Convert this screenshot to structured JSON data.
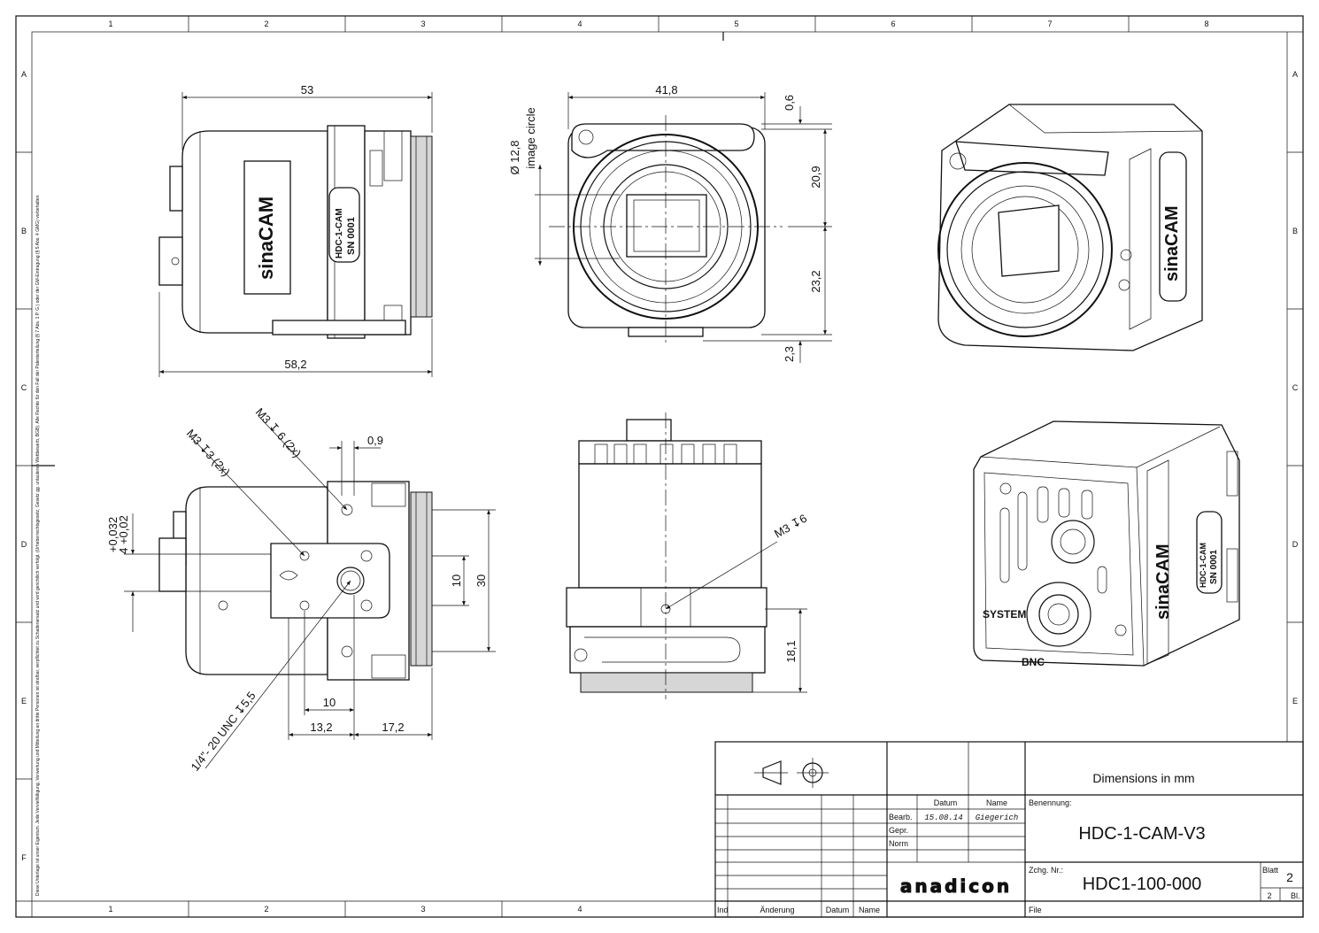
{
  "sheet": {
    "zone_numbers": [
      "1",
      "2",
      "3",
      "4",
      "5",
      "6",
      "7",
      "8"
    ],
    "zone_numbers_bottom": [
      "1",
      "2",
      "3",
      "4"
    ],
    "zone_letters": [
      "A",
      "B",
      "C",
      "D",
      "E",
      "F"
    ]
  },
  "views": {
    "side_top": {
      "width_top": "53",
      "width_bottom": "58,2",
      "label_brand": "sinaCAM",
      "label_model": "HDC-1-CAM",
      "label_serial": "SN 0001"
    },
    "front_top": {
      "width": "41,8",
      "image_circle": "Ø 12,8",
      "image_circle_text": "image circle",
      "dim_a": "0,6",
      "dim_b": "20,9",
      "dim_c": "23,2",
      "dim_d": "2,3"
    },
    "side_bottom": {
      "thread_a": "M3 ↧3 (2x)",
      "thread_b": "M3 ↧ 6 (2x)",
      "tol_upper": "+0,032",
      "tol_lower": "4 +0,02",
      "dim_09": "0,9",
      "dim_10v": "10",
      "dim_30": "30",
      "dim_10h": "10",
      "dim_132": "13,2",
      "dim_172": "17,2",
      "unc": "1/4\"- 20 UNC ↧5,5"
    },
    "bottom_view": {
      "thread": "M3 ↧6",
      "dim_181": "18,1"
    },
    "iso_back": {
      "system": "SYSTEM",
      "bnc": "BNC",
      "brand": "sinaCAM",
      "model": "HDC-1-CAM",
      "serial": "SN 0001"
    },
    "iso_front": {
      "brand": "sinaCAM"
    }
  },
  "title_block": {
    "dimensions_note": "Dimensions in mm",
    "col_datum": "Datum",
    "col_name": "Name",
    "row_bearb": "Bearb.",
    "bearb_date": "15.08.14",
    "bearb_name": "Giegerich",
    "row_gepr": "Gepr.",
    "row_norm": "Norm",
    "benennung_label": "Benennung:",
    "benennung": "HDC-1-CAM-V3",
    "zchg_label": "Zchg. Nr.:",
    "zchg": "HDC1-100-000",
    "blatt_label": "Blatt",
    "blatt": "2",
    "bl_count": "2",
    "bl_label": "Bl.",
    "company": "anadicon",
    "col_ind": "Ind",
    "col_aenderung": "Änderung",
    "col_datum2": "Datum",
    "col_name2": "Name",
    "file_label": "File"
  },
  "copyright_note": "Diese Unterlage ist unser Eigentum. Jede Vervielfältigung, Verwertung und Mitteilung an dritte Personen ist strafbar, verpflichtet zu Schadenersatz und wird gerichtlich verfolgt. (Urheberrechtsgesetz, Gesetz gg. unlauteren Wettbewerb, BGB). Alle Rechte für den Fall der Patenterteilung (§ 7 Abs. 1 P. G.) oder der GM-Eintragung (§ 5 Abs. 4 GMG) vorbehalten."
}
